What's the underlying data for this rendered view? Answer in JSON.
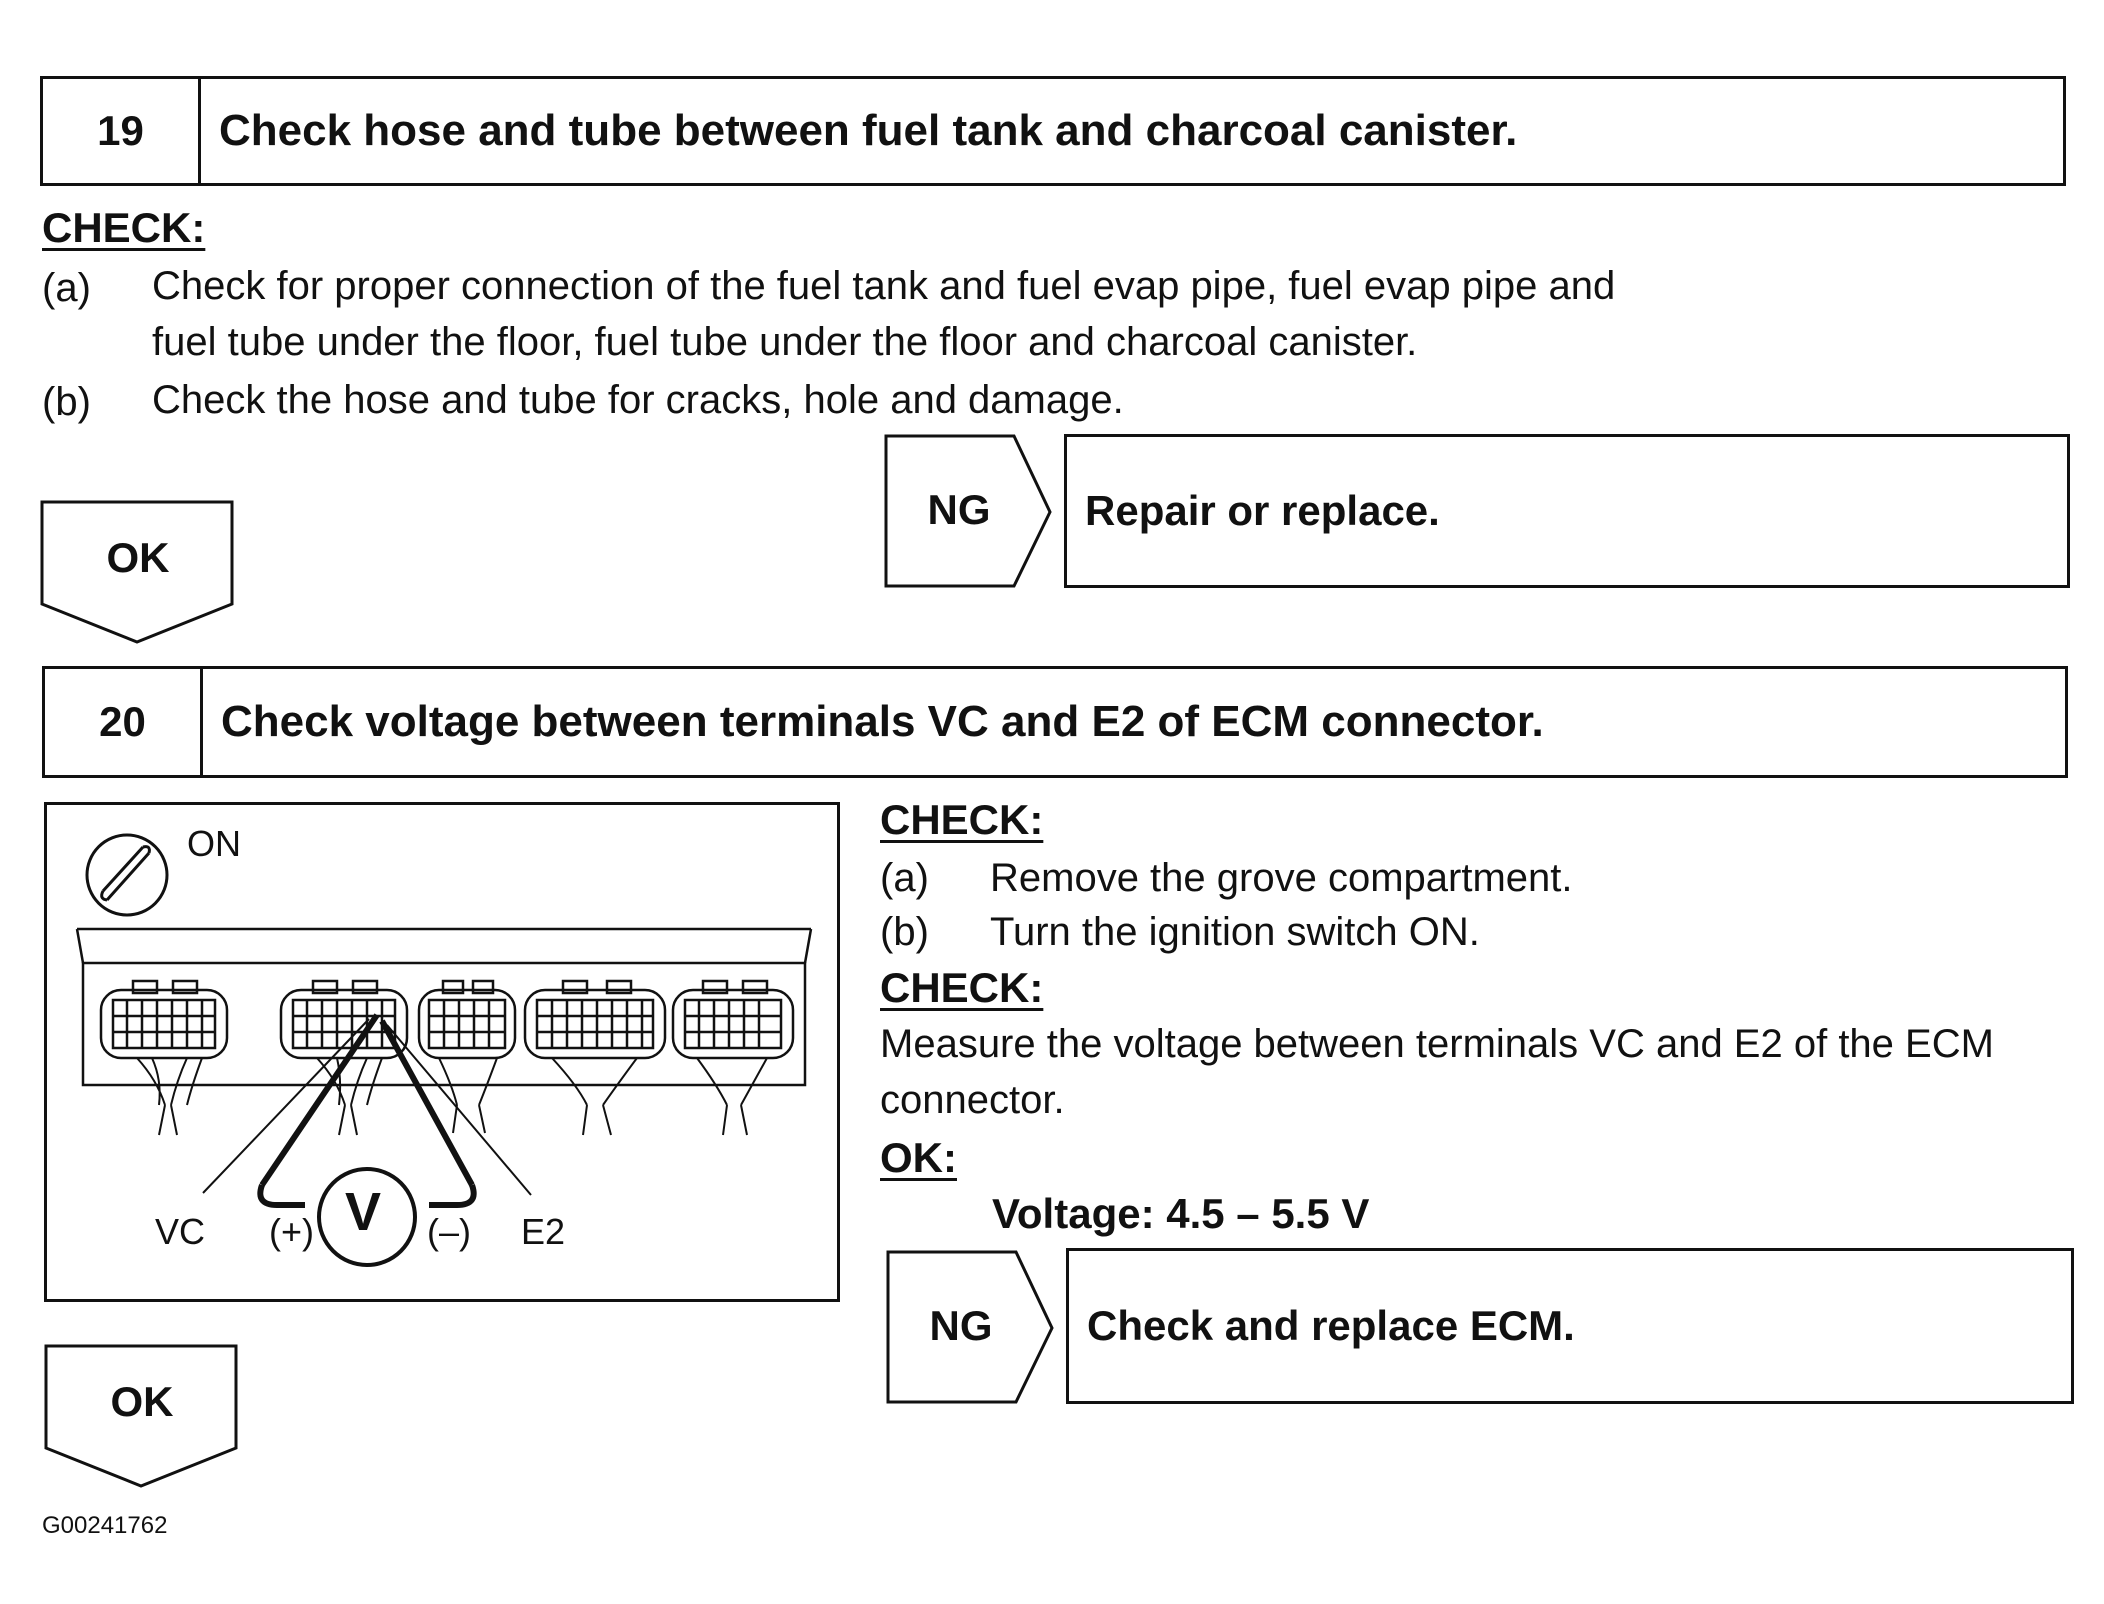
{
  "step19": {
    "number": "19",
    "title": "Check hose and tube between fuel tank and charcoal canister.",
    "check_heading": "CHECK:",
    "items": [
      {
        "letter": "(a)",
        "lines": [
          "Check for proper connection of the fuel tank and fuel evap pipe, fuel evap pipe and",
          "fuel tube under the floor, fuel tube under the floor and charcoal canister."
        ]
      },
      {
        "letter": "(b)",
        "lines": [
          "Check the hose and tube for cracks, hole and damage."
        ]
      }
    ],
    "ng_label": "NG",
    "ng_result": "Repair or replace.",
    "ok_label": "OK"
  },
  "step20": {
    "number": "20",
    "title": "Check voltage between terminals VC and E2 of ECM connector.",
    "check_heading_1": "CHECK:",
    "items": [
      {
        "letter": "(a)",
        "text": "Remove the grove compartment."
      },
      {
        "letter": "(b)",
        "text": "Turn the ignition switch ON."
      }
    ],
    "check_heading_2": "CHECK:",
    "measure_lines": [
      "Measure the voltage between terminals VC and E2 of the ECM",
      "connector."
    ],
    "ok_heading": "OK:",
    "spec": "Voltage: 4.5 – 5.5 V",
    "ng_label": "NG",
    "ng_result": "Check and replace ECM.",
    "ok_label": "OK",
    "figure": {
      "ignition_label": "ON",
      "vc_label": "VC",
      "plus_label": "(+)",
      "meter_label": "V",
      "minus_label": "(–)",
      "e2_label": "E2"
    }
  },
  "figure_code": "G00241762"
}
